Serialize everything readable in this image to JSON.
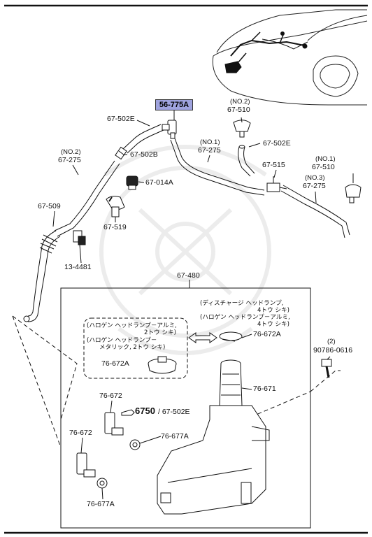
{
  "highlight_color": "#9fa3de",
  "highlighted_part": "56-775A",
  "labels": {
    "p67_502e_a": "67-502E",
    "p67_502b": "67-502B",
    "p67_014a": "67-014A",
    "p67_519": "67-519",
    "no2_a": "(NO.2)",
    "p67_275_a": "67-275",
    "p67_509": "67-509",
    "p13_4481": "13-4481",
    "no2_b": "(NO.2)",
    "p67_510_a": "67-510",
    "no1_a": "(NO.1)",
    "p67_275_b": "67-275",
    "p67_502e_b": "67-502E",
    "p67_515": "67-515",
    "no1_b": "(NO.1)",
    "p67_510_b": "67-510",
    "no3": "(NO.3)",
    "p67_275_c": "67-275",
    "p67_480": "67-480",
    "p76_672a_a": "76-672A",
    "p76_672a_b": "76-672A",
    "qty2": "(2)",
    "p90786": "90786-0616",
    "p76_671": "76-671",
    "p76_672_a": "76-672",
    "p6750": "6750",
    "p67_502e_c": "/ 67-502E",
    "p76_677a_a": "76-677A",
    "p76_672_b": "76-672",
    "p76_677a_b": "76-677A"
  },
  "notes": {
    "discharge_1": "(ディスチャージ  ヘッドランプ,",
    "discharge_2": "4トウ  シキ)",
    "halogen_al_1": "(ハロゲン  ヘッドランプ－アルミ,",
    "halogen_al_2": "4トウ  シキ)",
    "box_1": "(ハロゲン  ヘッドランプ－アルミ,",
    "box_2": "2トウ  シキ)",
    "box_3": "(ハロゲン  ヘッドランプ－",
    "box_4": "メタリック, 2トウ  シキ)"
  }
}
